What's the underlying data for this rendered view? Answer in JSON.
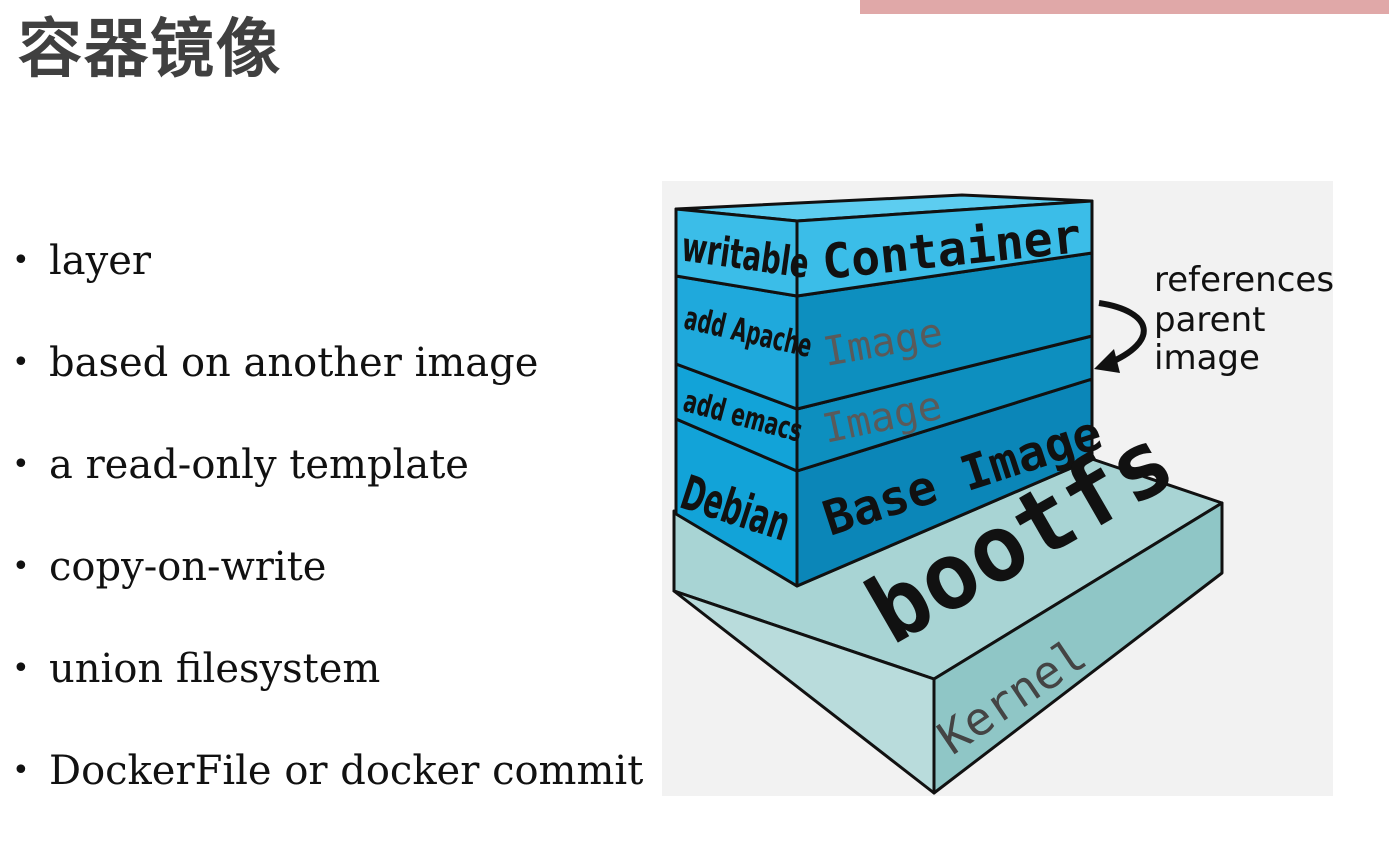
{
  "slide": {
    "title": "容器镜像"
  },
  "bullets": [
    "layer",
    "based on another image",
    "a read-only template",
    "copy-on-write",
    "union filesystem",
    "DockerFile or docker commit"
  ],
  "diagram": {
    "layers": {
      "writable": "writable",
      "container": "Container",
      "add_apache": "add Apache",
      "image_1": "Image",
      "add_emacs": "add emacs",
      "image_2": "Image",
      "debian": "Debian",
      "base_image": "Base Image",
      "bootfs": "bootfs",
      "kernel": "Kernel"
    },
    "annotation": {
      "line1": "references",
      "line2": "parent",
      "line3": "image"
    },
    "colors": {
      "container_layer": "#3bbde8",
      "image_layer": "#0d8fbf",
      "base_layer": "#0b86b8",
      "debian_layer": "#12a3d8",
      "bootfs_layer": "#a8d4d4",
      "outline": "#111111",
      "accent_bar": "#e0a8a8"
    }
  }
}
